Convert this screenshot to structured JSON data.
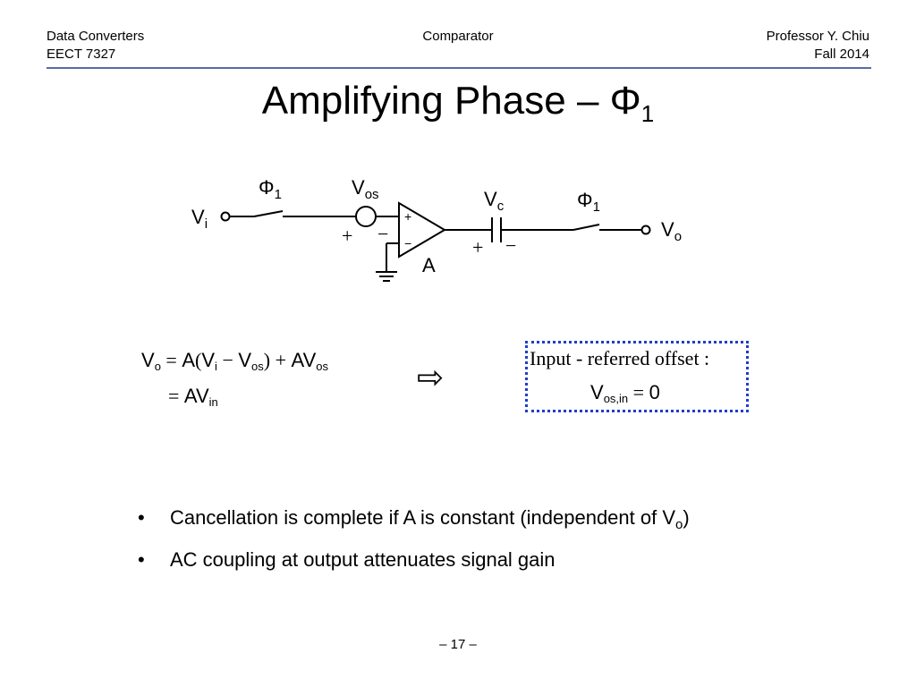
{
  "header": {
    "course": "Data Converters",
    "course_code": "EECT 7327",
    "topic": "Comparator",
    "instructor": "Professor Y. Chiu",
    "term": "Fall 2014"
  },
  "slide": {
    "title": "Amplifying Phase – Φ",
    "title_sub": "1"
  },
  "circuit": {
    "vi": "V",
    "vi_sub": "i",
    "phi_left": "Φ",
    "phi_left_sub": "1",
    "vos": "V",
    "vos_sub": "os",
    "vos_plus": "+",
    "vos_minus": "−",
    "amp_plus": "+",
    "amp_minus": "−",
    "amp_label": "A",
    "vc": "V",
    "vc_sub": "c",
    "cap_plus": "+",
    "cap_minus": "−",
    "phi_right": "Φ",
    "phi_right_sub": "1",
    "vo": "V",
    "vo_sub": "o"
  },
  "equations": {
    "line1": {
      "lhs": "V",
      "lhs_sub": "o",
      "eq": "=",
      "a1": "A",
      "lp": "(",
      "v1": "V",
      "v1_sub": "i",
      "minus": "−",
      "v2": "V",
      "v2_sub": "os",
      "rp": ")",
      "plus": "+",
      "a2": "AV",
      "a2_sub": "os"
    },
    "line2": {
      "eq": "=",
      "a": "AV",
      "a_sub": "in"
    },
    "arrow": "⇨"
  },
  "offset_box": {
    "label": "Input - referred offset :",
    "expr": "V",
    "expr_sub": "os,in",
    "expr_eq": "=",
    "expr_val": "0"
  },
  "bullets": [
    {
      "text": "Cancellation is complete if A is constant (independent of V",
      "sub": "o",
      "tail": ")"
    },
    {
      "text": "AC coupling at output attenuates signal gain"
    }
  ],
  "page_number": "– 17 –"
}
